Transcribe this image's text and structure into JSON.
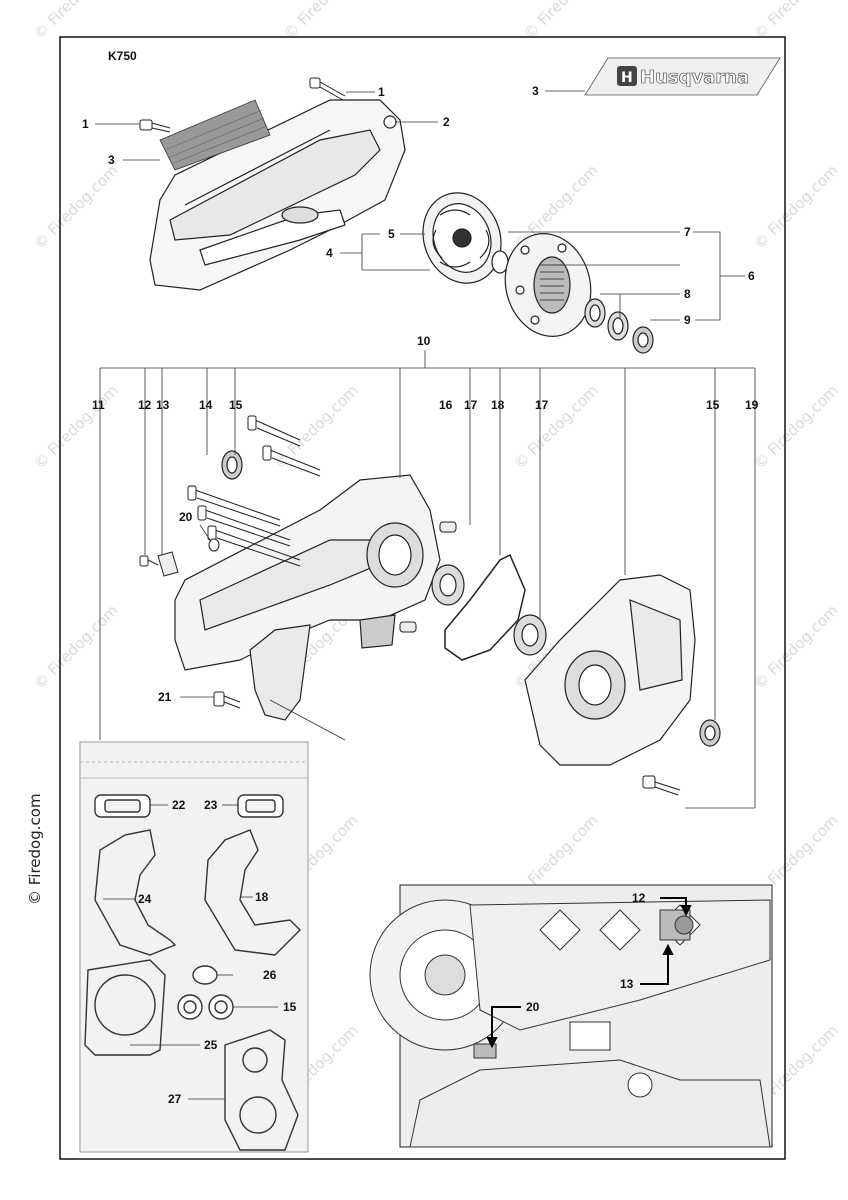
{
  "model_label": "K750",
  "brand_logo_text": "Husqvarna",
  "watermark_text": "© Firedog.com",
  "side_watermark_text": "© Firedog.com",
  "callouts": {
    "c1a": "1",
    "c1b": "1",
    "c2": "2",
    "c3a": "3",
    "c3b": "3",
    "c4": "4",
    "c5": "5",
    "c6": "6",
    "c7": "7",
    "c8": "8",
    "c9": "9",
    "c10": "10",
    "c11": "11",
    "c12": "12",
    "c13": "13",
    "c14": "14",
    "c15a": "15",
    "c16": "16",
    "c17a": "17",
    "c18": "18",
    "c17b": "17",
    "c15b": "15",
    "c19": "19",
    "c20": "20",
    "c21": "21",
    "c22": "22",
    "c23": "23",
    "c24": "24",
    "c18b": "18",
    "c26": "26",
    "c15c": "15",
    "c25": "25",
    "c27": "27",
    "c12d": "12",
    "c13d": "13",
    "c20d": "20"
  }
}
